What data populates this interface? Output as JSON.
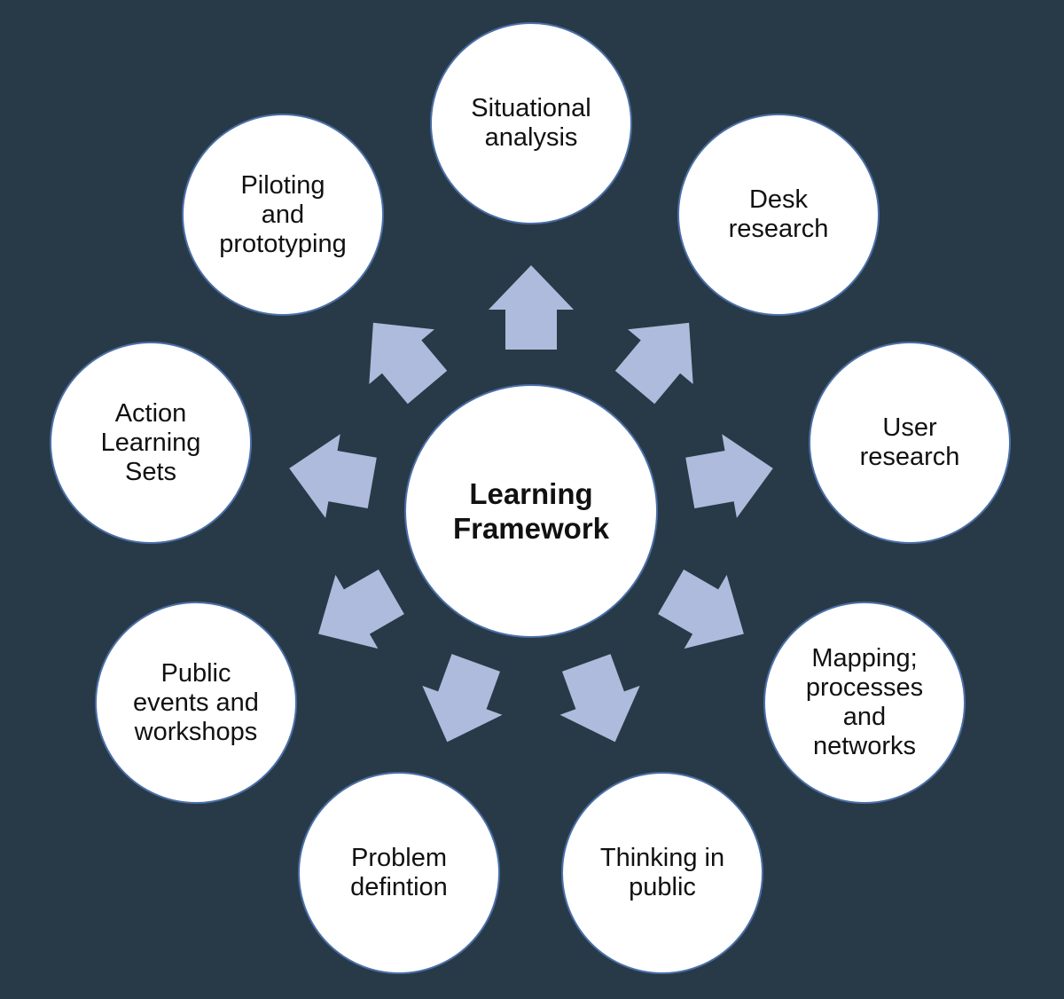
{
  "center": {
    "label": "Learning\nFramework"
  },
  "nodes": [
    {
      "id": "situational-analysis",
      "label": "Situational\nanalysis"
    },
    {
      "id": "desk-research",
      "label": "Desk\nresearch"
    },
    {
      "id": "user-research",
      "label": "User\nresearch"
    },
    {
      "id": "mapping",
      "label": "Mapping;\nprocesses\nand\nnetworks"
    },
    {
      "id": "thinking-in-public",
      "label": "Thinking in\npublic"
    },
    {
      "id": "problem-definition",
      "label": "Problem\ndefintion"
    },
    {
      "id": "public-events",
      "label": "Public\nevents and\nworkshops"
    },
    {
      "id": "action-learning-sets",
      "label": "Action\nLearning\nSets"
    },
    {
      "id": "piloting",
      "label": "Piloting\nand\nprototyping"
    }
  ],
  "colors": {
    "background": "#283a47",
    "circle_fill": "#ffffff",
    "circle_border": "#4a6fa8",
    "arrow_fill": "#aebbdc",
    "text": "#111111"
  }
}
